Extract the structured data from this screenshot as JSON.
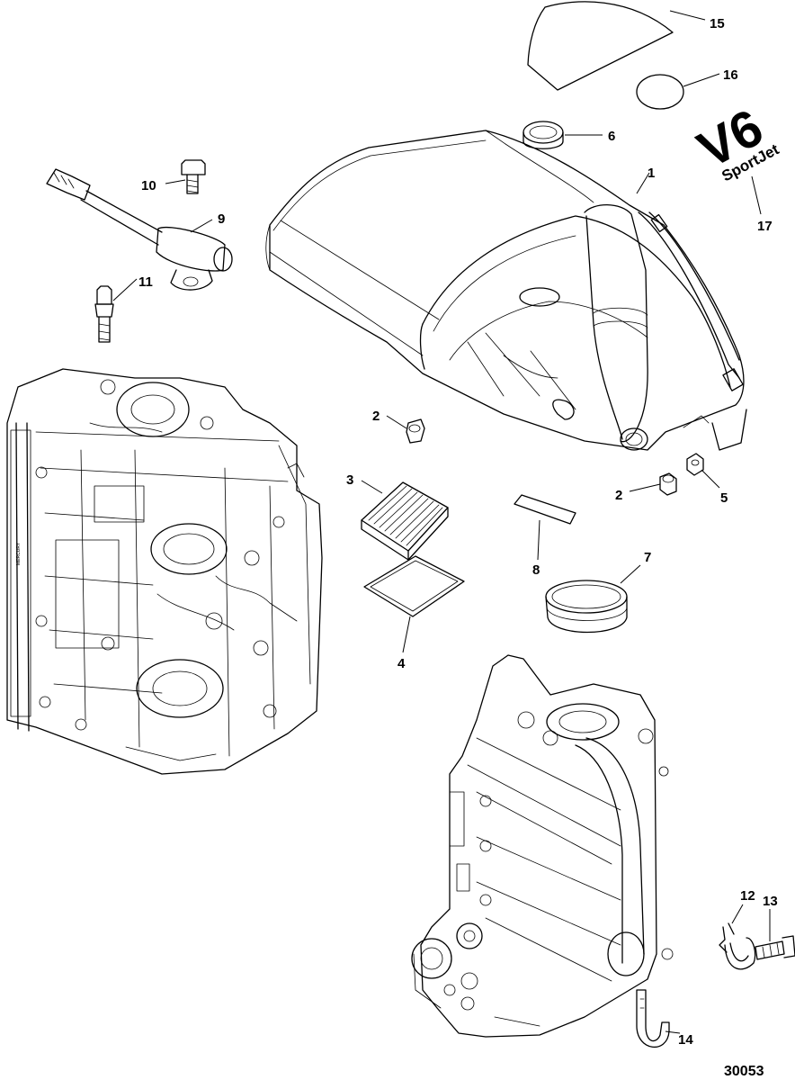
{
  "diagram": {
    "drawing_number": "30053",
    "logo": {
      "main": "V6",
      "sub": "SportJet"
    },
    "engine_label": "MERCURY",
    "callouts": [
      "1",
      "2",
      "2",
      "3",
      "4",
      "5",
      "6",
      "7",
      "8",
      "9",
      "10",
      "11",
      "12",
      "13",
      "14",
      "15",
      "16",
      "17"
    ]
  }
}
